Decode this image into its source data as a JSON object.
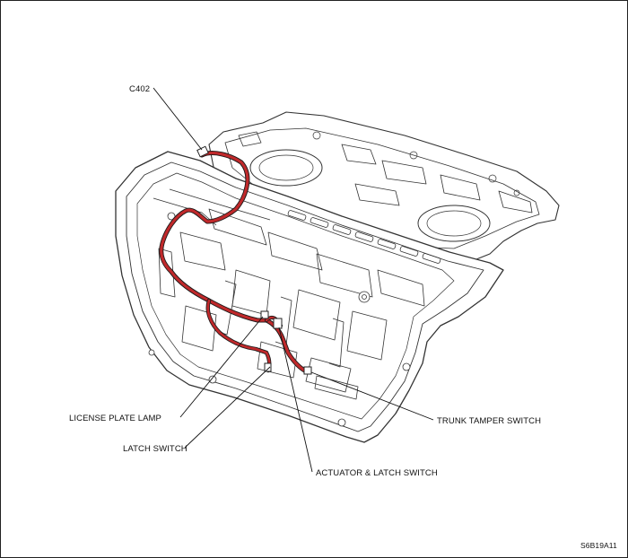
{
  "diagram": {
    "figure_code": "S6B19A11",
    "callouts": {
      "c402": "C402",
      "license_plate_lamp": "LICENSE PLATE LAMP",
      "latch_switch": "LATCH SWITCH",
      "actuator_latch_switch": "ACTUATOR & LATCH SWITCH",
      "trunk_tamper_switch": "TRUNK TAMPER SWITCH"
    },
    "colors": {
      "harness": "#c0292b",
      "outline": "#333333",
      "leader": "#111111"
    }
  }
}
